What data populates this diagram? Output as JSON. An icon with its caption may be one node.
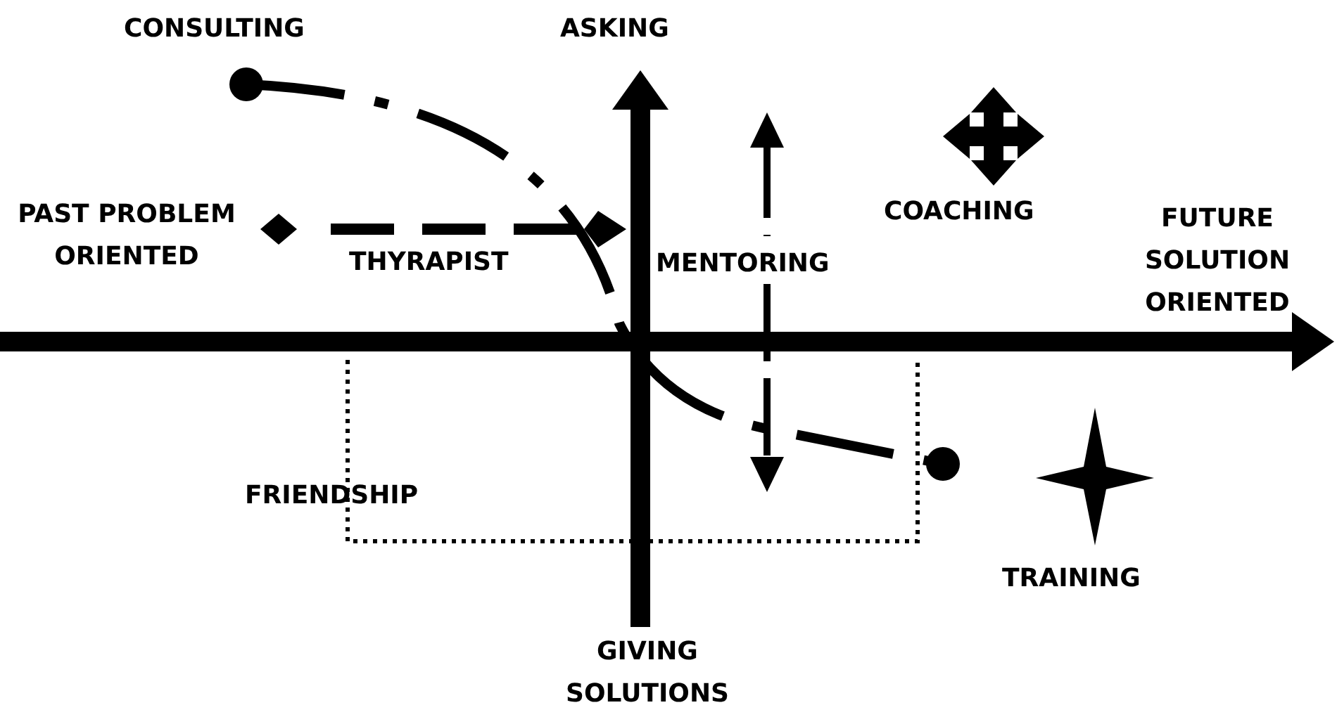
{
  "diagram": {
    "labels": [
      "CONSULTING",
      "ASKING",
      "PAST PROBLEM ORIENTED",
      "COACHING",
      "FUTURE SOLUTION ORIENTED",
      "THYRAPIST",
      "MENTORING",
      "FRIENDSHIP",
      "TRAINING",
      "GIVING SOLUTIONS"
    ]
  }
}
